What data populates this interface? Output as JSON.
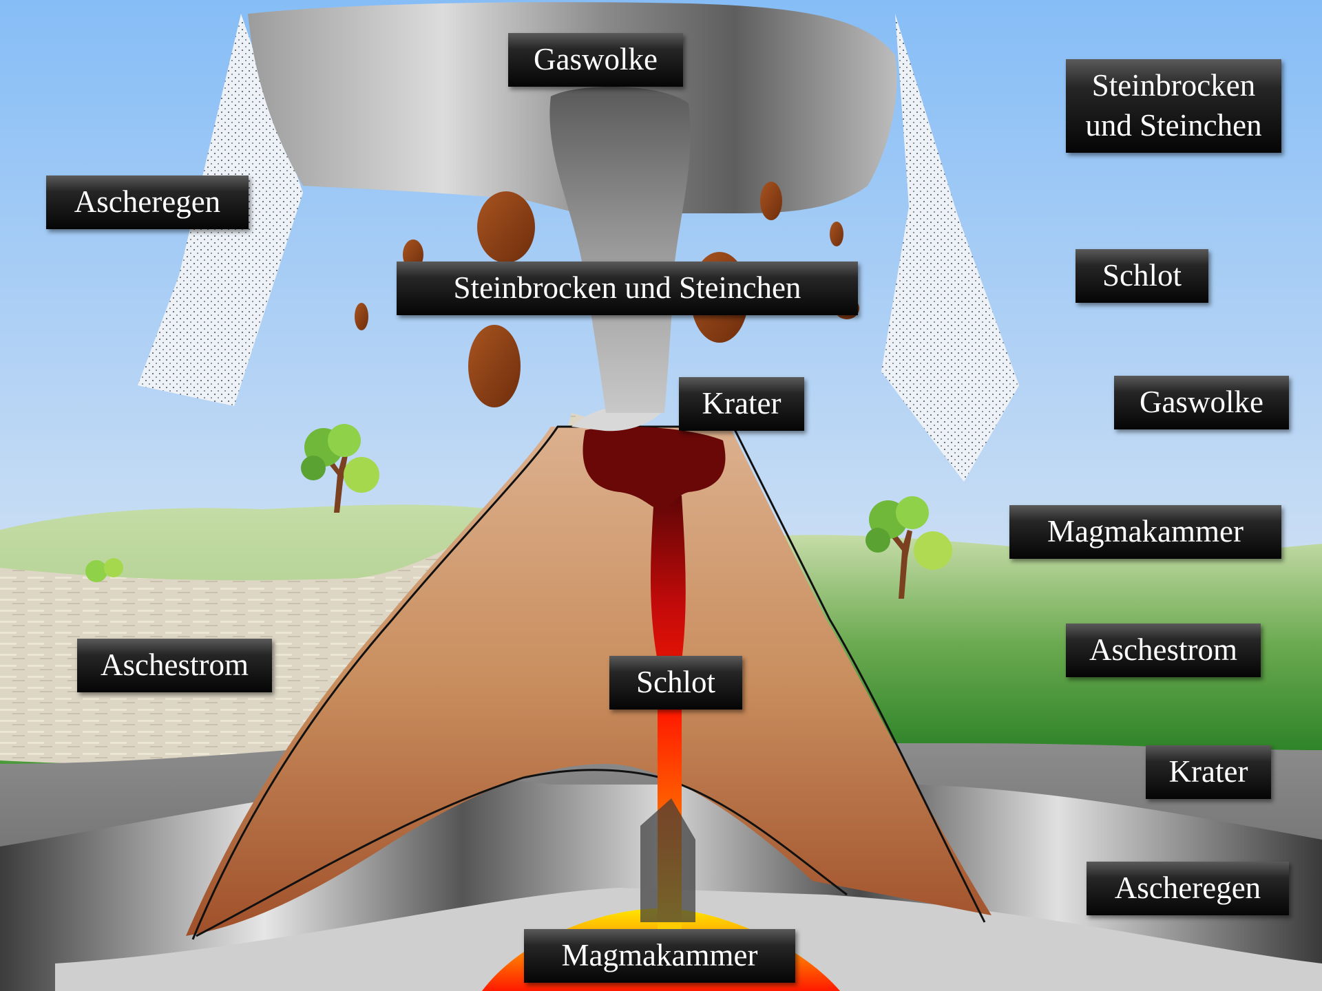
{
  "diagram": {
    "inline_labels": {
      "gas_cloud": "Gaswolke",
      "ash_rain": "Ascheregen",
      "rocks": "Steinbrocken und Steinchen",
      "crater": "Krater",
      "ash_flow": "Aschestrom",
      "vent": "Schlot",
      "magma_chamber": "Magmakammer"
    },
    "answer_bank": {
      "rocks_line1": "Steinbrocken",
      "rocks_line2": "und Steinchen",
      "vent": "Schlot",
      "gas_cloud": "Gaswolke",
      "magma_chamber": "Magmakammer",
      "ash_flow": "Aschestrom",
      "crater": "Krater",
      "ash_rain": "Ascheregen"
    }
  },
  "colors": {
    "sky_top": "#86bdf6",
    "sky_bottom": "#f1dff3",
    "grass_light": "#b9d39a",
    "grass_dark": "#2f8a2a",
    "volcano_top": "#dcae8a",
    "volcano_bottom": "#a4552a",
    "magma_dark": "#6a0808",
    "magma_red": "#ff1a00",
    "magma_orange": "#ff8a00",
    "magma_yellow": "#ffe600",
    "rock_brown": "#8e4214",
    "ash_white": "#e8eef5",
    "cloud_gray": "#b5b5b5",
    "label_bg": "#111111",
    "label_text": "#ffffff"
  }
}
